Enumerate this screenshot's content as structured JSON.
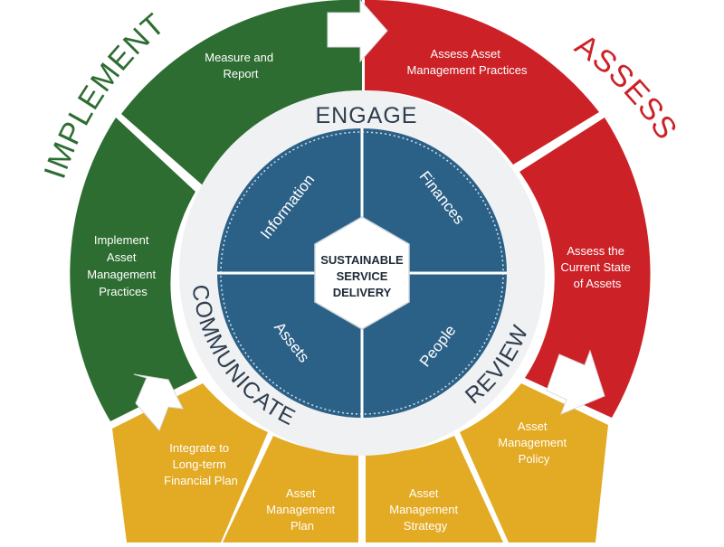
{
  "phases": {
    "implement": "IMPLEMENT",
    "assess": "ASSESS"
  },
  "ring_words": {
    "engage": "ENGAGE",
    "communicate": "COMMUNICATE",
    "review": "REVIEW"
  },
  "quadrants": {
    "information": "Information",
    "finances": "Finances",
    "assets": "Assets",
    "people": "People"
  },
  "center": {
    "line1": "SUSTAINABLE",
    "line2": "SERVICE",
    "line3": "DELIVERY"
  },
  "segments": {
    "measure_report": [
      "Measure and",
      "Report"
    ],
    "assess_practices": [
      "Assess Asset",
      "Management Practices"
    ],
    "assess_state": [
      "Assess the",
      "Current State",
      "of Assets"
    ],
    "implement_practices": [
      "Implement",
      "Asset",
      "Management",
      "Practices"
    ],
    "integrate_plan": [
      "Integrate to",
      "Long-term",
      "Financial Plan"
    ],
    "am_plan": [
      "Asset",
      "Management",
      "Plan"
    ],
    "am_strategy": [
      "Asset",
      "Management",
      "Strategy"
    ],
    "am_policy": [
      "Asset",
      "Management",
      "Policy"
    ]
  },
  "colors": {
    "green": "#2e6d32",
    "red": "#cc2127",
    "yellow": "#e3aa23",
    "blue": "#2c6187",
    "ring_gray": "#eef0f2",
    "text_dark": "#2f3e4f"
  }
}
